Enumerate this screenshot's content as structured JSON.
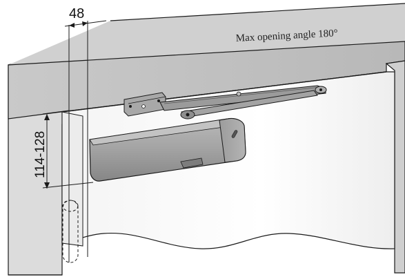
{
  "labels": {
    "width_dimension": "48",
    "height_dimension": "114-128",
    "header_caption": "Max opening angle 180°"
  },
  "colors": {
    "wall": "#e3e3e3",
    "wall_shade": "#cfcfcf",
    "header_top": "#c8c8c8",
    "header_front": "#bdbdbd",
    "closer_body": "#9a9a9a",
    "closer_light": "#b5b5b5",
    "arm": "#8c8c8c",
    "outline": "#1a1a1a"
  }
}
